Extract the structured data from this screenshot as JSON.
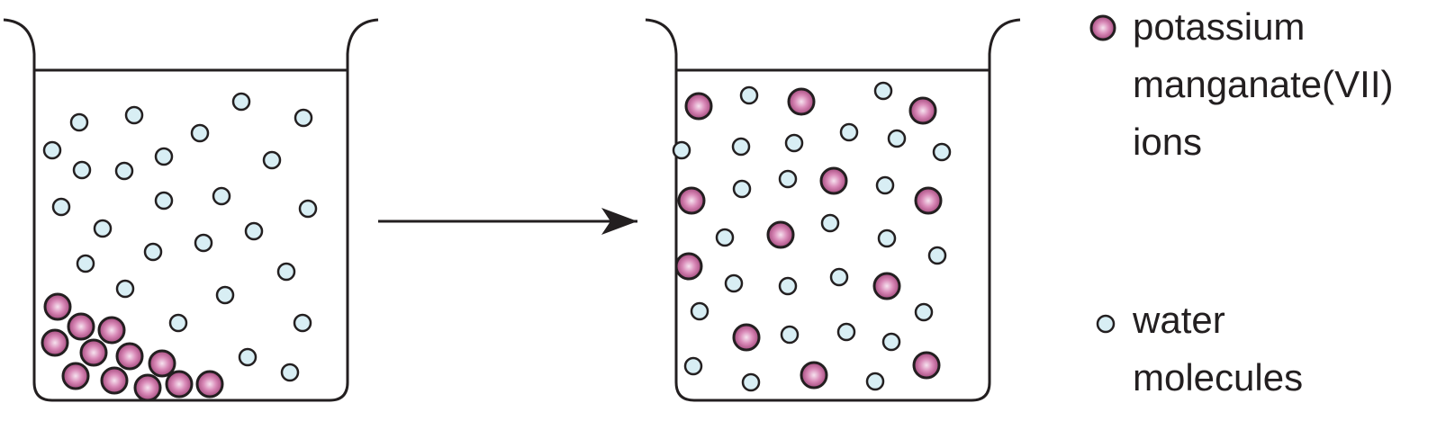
{
  "legend": {
    "ions": {
      "lines": [
        "potassium",
        "manganate(VII)",
        "ions"
      ],
      "color": "#b0487f"
    },
    "water": {
      "lines": [
        "water",
        "molecules"
      ],
      "color": "#d8eef4"
    }
  },
  "colors": {
    "outline": "#231f20",
    "ion_fill": "#b0487f",
    "ion_highlight": "#f4d9ea",
    "water_fill": "#d8eef4"
  }
}
